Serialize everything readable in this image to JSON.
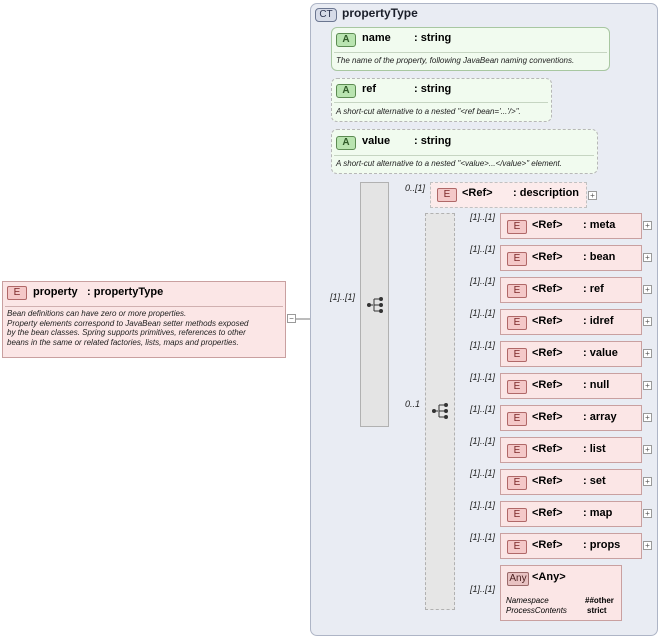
{
  "complex_type": {
    "badge": "CT",
    "title": "propertyType"
  },
  "property": {
    "badge": "E",
    "name": "property",
    "type": ": propertyType",
    "doc": [
      "Bean definitions can have zero or more properties.",
      "Property elements correspond to JavaBean setter methods exposed",
      "by the bean classes. Spring supports primitives, references to other",
      "beans in the same or related factories, lists, maps and properties."
    ],
    "multiplicity": "[1]..[1]"
  },
  "attributes": [
    {
      "badge": "A",
      "name": "name",
      "type": ": string",
      "doc": "The name of the property, following JavaBean naming conventions."
    },
    {
      "badge": "A",
      "name": "ref",
      "type": ": string",
      "doc": "A short-cut alternative to a nested \"<ref bean='...'/>\"."
    },
    {
      "badge": "A",
      "name": "value",
      "type": ": string",
      "doc": "A short-cut alternative to a nested \"<value>...</value>\" element."
    }
  ],
  "description": {
    "badge": "E",
    "ref": "<Ref>",
    "name": ": description",
    "multiplicity": "0..[1]"
  },
  "choice_multiplicity": "0..1",
  "choice_items": [
    {
      "badge": "E",
      "ref": "<Ref>",
      "name": ": meta",
      "multiplicity": "[1]..[1]"
    },
    {
      "badge": "E",
      "ref": "<Ref>",
      "name": ": bean",
      "multiplicity": "[1]..[1]"
    },
    {
      "badge": "E",
      "ref": "<Ref>",
      "name": ": ref",
      "multiplicity": "[1]..[1]"
    },
    {
      "badge": "E",
      "ref": "<Ref>",
      "name": ": idref",
      "multiplicity": "[1]..[1]"
    },
    {
      "badge": "E",
      "ref": "<Ref>",
      "name": ": value",
      "multiplicity": "[1]..[1]"
    },
    {
      "badge": "E",
      "ref": "<Ref>",
      "name": ": null",
      "multiplicity": "[1]..[1]"
    },
    {
      "badge": "E",
      "ref": "<Ref>",
      "name": ": array",
      "multiplicity": "[1]..[1]"
    },
    {
      "badge": "E",
      "ref": "<Ref>",
      "name": ": list",
      "multiplicity": "[1]..[1]"
    },
    {
      "badge": "E",
      "ref": "<Ref>",
      "name": ": set",
      "multiplicity": "[1]..[1]"
    },
    {
      "badge": "E",
      "ref": "<Ref>",
      "name": ": map",
      "multiplicity": "[1]..[1]"
    },
    {
      "badge": "E",
      "ref": "<Ref>",
      "name": ": props",
      "multiplicity": "[1]..[1]"
    }
  ],
  "any": {
    "badge": "Any",
    "name": "<Any>",
    "multiplicity": "[1]..[1]",
    "namespace_label": "Namespace",
    "namespace_value": "##other",
    "process_label": "ProcessContents",
    "process_value": "strict"
  },
  "colors": {
    "element": "#fbe6e6",
    "attribute": "#f1fbef",
    "complex_type": "#e9ecf3"
  }
}
